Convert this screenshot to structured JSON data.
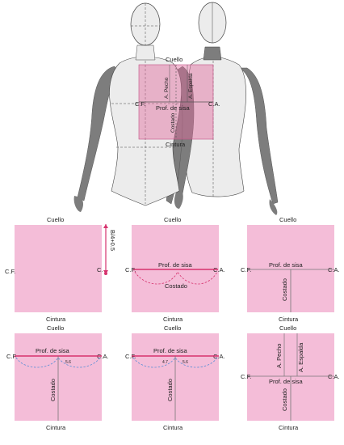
{
  "figure": {
    "top": {
      "cuello": "Cuello",
      "a_pecho": "A. Pecho",
      "a_espalda": "A. Espalda",
      "cf": "C.F.",
      "prof_sisa": "Prof. de sisa",
      "ca": "C.A.",
      "costado": "Costado",
      "cintura": "Cintura"
    },
    "panels": [
      {
        "top": "Cuello",
        "bottom": "Cintura",
        "left": "C.F.",
        "right": "C.",
        "measure": "B/4+0.5"
      },
      {
        "top": "Cuello",
        "bottom": "Cintura",
        "left": "C.F.",
        "right": "C.A.",
        "prof": "Prof. de sisa",
        "costado": "Costado"
      },
      {
        "top": "Cuello",
        "bottom": "Cintura",
        "left": "C.F.",
        "right": "C.A.",
        "prof": "Prof. de sisa",
        "costado": "Costado"
      },
      {
        "top": "Cuello",
        "bottom": "Cintura",
        "left": "C.F.",
        "right": "C.A.",
        "prof": "Prof. de sisa",
        "costado": "Costado",
        "val_right": "5.6"
      },
      {
        "top": "Cuello",
        "bottom": "Cintura",
        "left": "C.F.",
        "right": "C.A.",
        "prof": "Prof. de sisa",
        "costado": "Costado",
        "val_left": "4.7",
        "val_right": "5.6"
      },
      {
        "top": "Cuello",
        "bottom": "Cintura",
        "left": "C.F.",
        "right": "C.A.",
        "prof": "Prof. de sisa",
        "costado": "Costado",
        "a_pecho": "A. Pecho",
        "a_espalda": "A. Espalda"
      }
    ]
  },
  "colors": {
    "pink": "#f4bdd8",
    "magenta": "#d6336e",
    "blue_dash": "#5b8fd6",
    "mannequin": "#ececec",
    "skin_gray": "#7d7d7d"
  }
}
